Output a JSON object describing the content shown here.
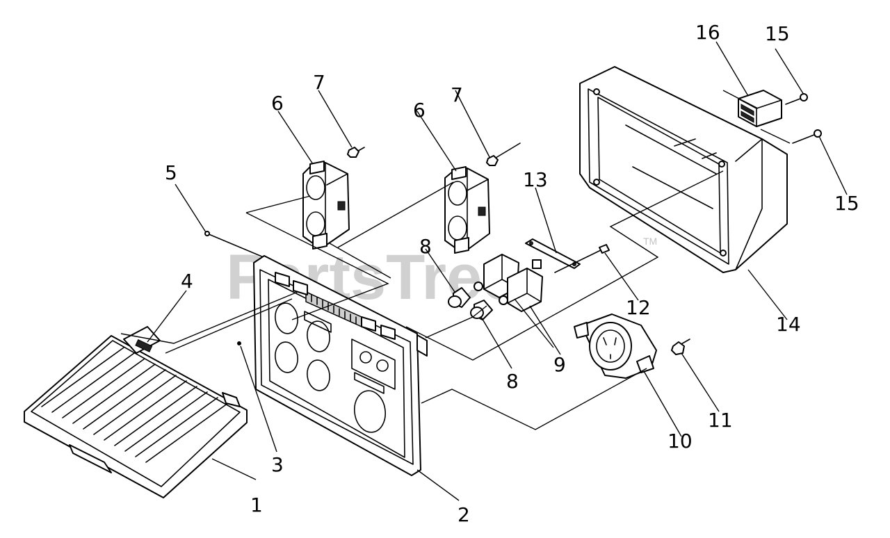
{
  "watermark": {
    "text": "PartsTree",
    "tm": "TM"
  },
  "callouts": [
    "1",
    "2",
    "3",
    "4",
    "5",
    "6",
    "7",
    "6",
    "7",
    "8",
    "8",
    "9",
    "10",
    "11",
    "12",
    "13",
    "14",
    "15",
    "15",
    "16"
  ]
}
